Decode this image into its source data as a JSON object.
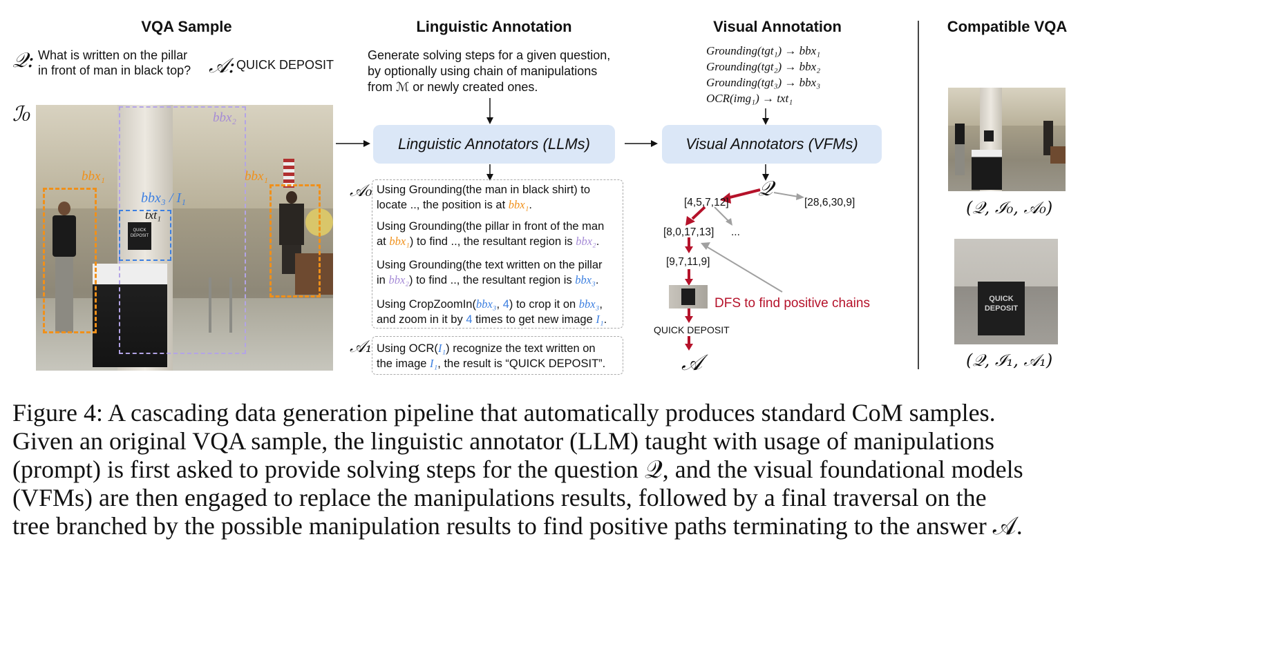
{
  "headings": {
    "vqa": "VQA Sample",
    "linguistic": "Linguistic Annotation",
    "visual": "Visual Annotation",
    "compatible": "Compatible VQA"
  },
  "vqa": {
    "q_symbol": "𝒬:",
    "question_line1": "What is written on the pillar",
    "question_line2": "in front of man in black top?",
    "a_symbol": "𝒜:",
    "answer": "QUICK DEPOSIT",
    "image_label": "ℐ₀",
    "bbx1_left": "bbx₁",
    "bbx1_right": "bbx₁",
    "bbx2": "bbx₂",
    "bbx3": "bbx₃ / I₁",
    "txt1": "txt₁",
    "sign_text": "QUICK DEPOSIT"
  },
  "linguistic": {
    "instruction_line1": "Generate solving steps for a given question,",
    "instruction_line2": "by optionally using chain of manipulations",
    "instruction_line3": "from ℳ or newly created ones.",
    "annotator": "Linguistic Annotators (LLMs)",
    "a0": "𝒜₀",
    "a1": "𝒜₁",
    "steps": [
      {
        "t1": "Using Grounding(the man in black shirt) to",
        "t2": "locate .., the position is at ",
        "v": "bbx₁",
        "end": "."
      },
      {
        "t1": "Using Grounding(the pillar in front of the man",
        "t2a": "at ",
        "v1": "bbx₁",
        "t2b": ") to find .., the resultant region is ",
        "v2": "bbx₂",
        "end": "."
      },
      {
        "t1a": "Using Grounding(the text written on the pillar",
        "t2a": "in ",
        "v1": "bbx₂",
        "t2b": ") to find .., the resultant region is ",
        "v2": "bbx₃",
        "end": "."
      },
      {
        "t1a": "Using CropZoomIn(",
        "v1": "bbx₃",
        "t1b": ", ",
        "n": "4",
        "t1c": ") to crop it on ",
        "v2": "bbx₃",
        "end1": ",",
        "t2a": "and zoom in it by ",
        "n2": "4",
        "t2b": " times to get new image ",
        "v3": "I₁",
        "end": "."
      },
      {
        "t1a": "Using OCR(",
        "v1": "I₁",
        "t1b": ")  recognize the text written on",
        "t2a": "the image ",
        "v2": "I₁",
        "t2b": ", the result is  “QUICK DEPOSIT”."
      }
    ]
  },
  "visual": {
    "calls": [
      "Grounding(tgt₁) → bbx₁",
      "Grounding(tgt₂) → bbx₂",
      "Grounding(tgt₃) → bbx₃",
      "OCR(img₁) → txt₁"
    ],
    "annotator": "Visual Annotators (VFMs)",
    "q_node": "𝒬",
    "n1": "[4,5,7,12]",
    "n2": "[28,6,30,9]",
    "n3": "[8,0,17,13]",
    "ellipsis": "...",
    "n4": "[9,7,11,9]",
    "dfs": "DFS to find positive chains",
    "result": "QUICK DEPOSIT",
    "a_node": "𝒜"
  },
  "compatible": {
    "tuple1": "(𝒬,  ℐ₀,  𝒜₀)",
    "tuple2": "(𝒬,  ℐ₁,  𝒜₁)",
    "sign": "QUICK DEPOSIT"
  },
  "caption": {
    "line1": "Figure 4: A cascading data generation pipeline that automatically produces standard CoM samples.",
    "line2": "Given an original VQA sample, the linguistic annotator (LLM) taught with usage of manipulations",
    "line3": "(prompt) is first asked to provide solving steps for the question 𝒬, and the visual foundational models",
    "line4": "(VFMs) are then engaged to replace the manipulations results, followed by a final traversal on the",
    "line5": "tree branched by the possible manipulation results to find positive paths terminating to the answer 𝒜."
  },
  "colors": {
    "box_fill": "#dbe7f7",
    "arrow_red": "#b5122a",
    "orange": "#f0901a",
    "purple": "#a58ad6",
    "blue": "#3c7fe0"
  }
}
